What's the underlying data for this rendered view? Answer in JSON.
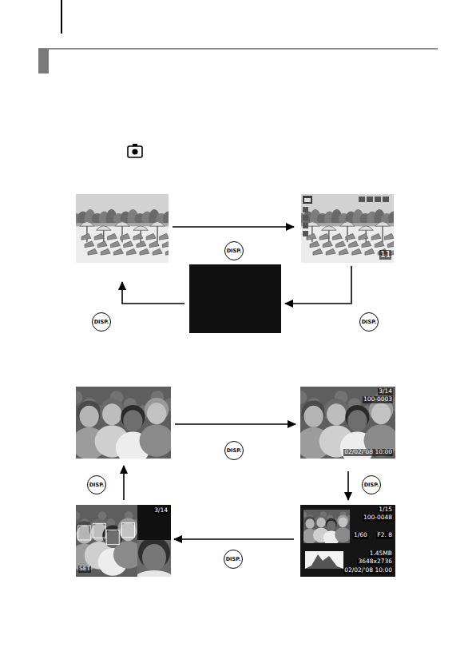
{
  "diagram": {
    "nodes": [
      {
        "text": []
      },
      {
        "text": [
          "11"
        ]
      },
      {
        "text": []
      },
      {
        "text": []
      },
      {
        "text": [
          "3/14",
          "100-0003",
          "02/02/'08 10:00"
        ]
      },
      {
        "text": [
          "1/15",
          "100-0048",
          "1/60",
          "F2. 8",
          "1.45MB",
          "3648x2736",
          "02/02/'08 10:00"
        ]
      },
      {
        "text": [
          "3/14",
          "SET"
        ]
      }
    ],
    "edges": [
      {
        "from": 0,
        "to": 1,
        "arrow": "to",
        "label": "DISP."
      },
      {
        "from": 1,
        "to": 2,
        "arrow": "to",
        "label": "DISP."
      },
      {
        "from": 2,
        "to": 0,
        "arrow": "to",
        "label": "DISP."
      },
      {
        "from": 3,
        "to": 4,
        "arrow": "to",
        "label": "DISP."
      },
      {
        "from": 4,
        "to": 5,
        "arrow": "to",
        "label": "DISP."
      },
      {
        "from": 5,
        "to": 6,
        "arrow": "to",
        "label": "DISP."
      },
      {
        "from": 6,
        "to": 3,
        "arrow": "to",
        "label": "DISP."
      }
    ]
  }
}
